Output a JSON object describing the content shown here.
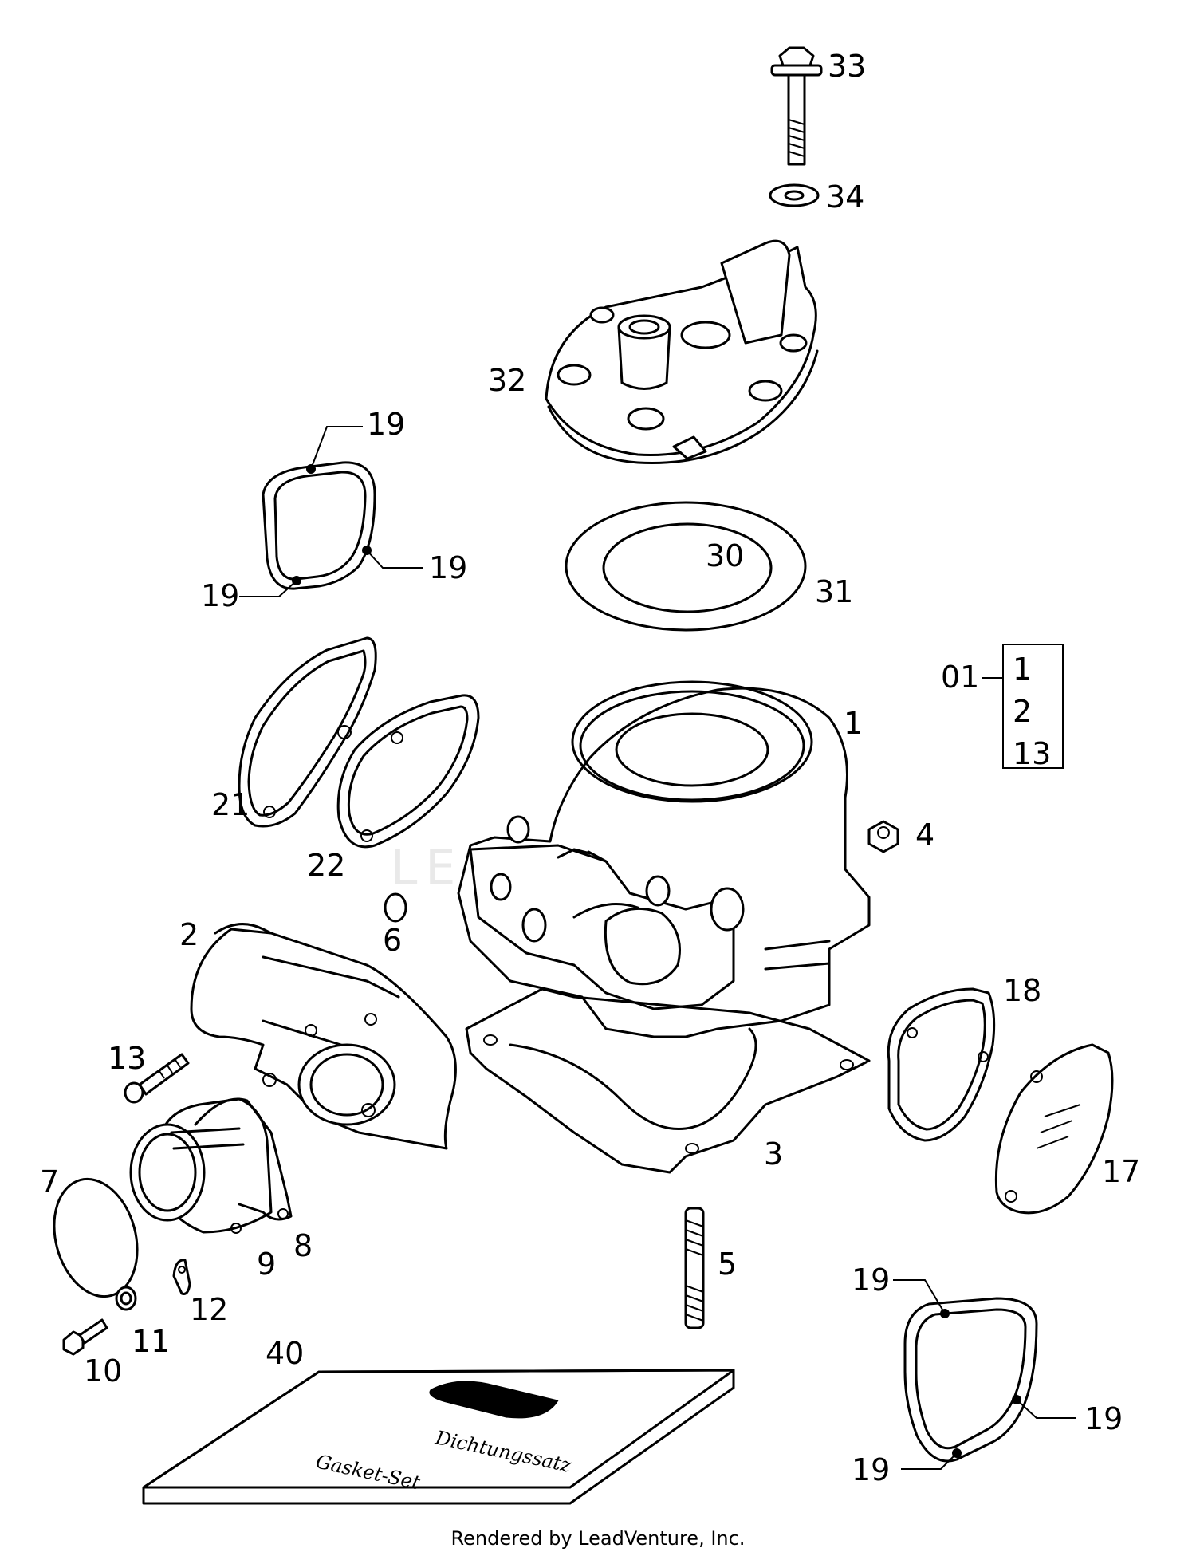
{
  "callouts": {
    "c33": "33",
    "c34": "34",
    "c32": "32",
    "c30": "30",
    "c31": "31",
    "c19a": "19",
    "c19b": "19",
    "c19c": "19",
    "c19d": "19",
    "c19e": "19",
    "c19f": "19",
    "c01": "01",
    "k1": "1",
    "k2": "2",
    "k13": "13",
    "c1": "1",
    "c4": "4",
    "c21": "21",
    "c22": "22",
    "c6": "6",
    "c2": "2",
    "c13": "13",
    "c18": "18",
    "c3": "3",
    "c17": "17",
    "c7": "7",
    "c8": "8",
    "c9": "9",
    "c12": "12",
    "c11": "11",
    "c10": "10",
    "c5": "5",
    "c40": "40"
  },
  "kit_text": {
    "line1": "Dichtungssatz",
    "line2": "Gasket-Set"
  },
  "watermark": "LEADVENTURE",
  "footer": "Rendered by LeadVenture, Inc."
}
